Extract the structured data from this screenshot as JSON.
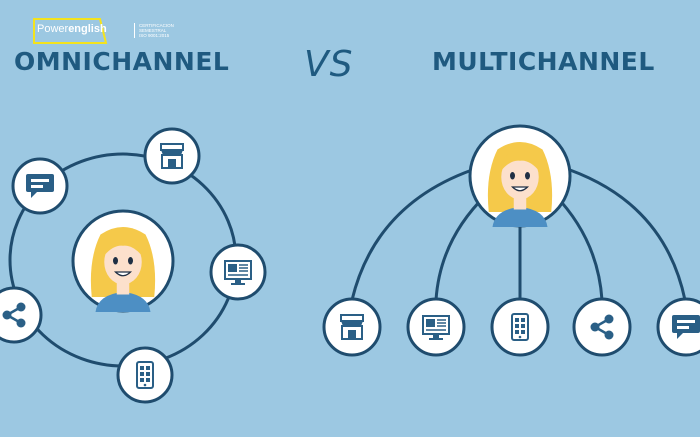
{
  "logo": {
    "brand_part1": "Power",
    "brand_part2": "english",
    "tagline_line1": "CERTIFICACION",
    "tagline_line2": "SEMESTRAL",
    "tagline_line3": "ISO 9001:2015"
  },
  "left_title": "OMNICHANNEL",
  "vs_label": "VS",
  "right_title": "MULTICHANNEL",
  "colors": {
    "background": "#9cc8e2",
    "heading": "#1f5a80",
    "circle_fill": "#ffffff",
    "circle_border": "#1f4c6e",
    "icon_stroke": "#2a5f86",
    "connector": "#1f4c6e",
    "hair": "#f5c94a",
    "skin": "#fce0cc",
    "shirt": "#4d8fc4",
    "logo_yellow": "#f4e31d"
  },
  "omnichannel_channels": [
    "chat-icon",
    "store-icon",
    "computer-icon",
    "phone-icon",
    "share-icon"
  ],
  "multichannel_channels": [
    "store-icon",
    "computer-icon",
    "phone-icon",
    "share-icon",
    "chat-icon"
  ]
}
